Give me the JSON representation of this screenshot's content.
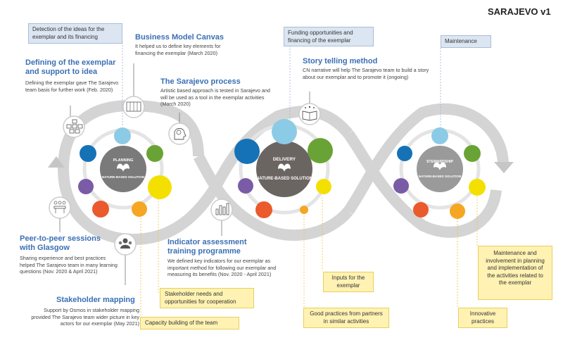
{
  "title": "SARAJEVO v1",
  "hubs": [
    {
      "title": "PLANNING",
      "subtitle": "NATURE-BASED SOLUTION"
    },
    {
      "title": "DELIVERY",
      "subtitle": "NATURE-BASED SOLUTION"
    },
    {
      "title": "STEWARDSHIP",
      "subtitle": "NATURE-BASED SOLUTION"
    }
  ],
  "blue_boxes": [
    "Detection of the ideas for the exemplar and its financing",
    "Funding opportunities and financing of the exemplar",
    "Maintenance"
  ],
  "milestones": {
    "defining": {
      "heading": "Defining of the exemplar and support to idea",
      "text": "Defining the exemplar gave The Sarajevo team basis for further work (Feb. 2020)"
    },
    "bmc": {
      "heading": "Business Model Canvas",
      "text": "It helped us to define key elements for financing the exemplar (March 2020)"
    },
    "sarajevo_process": {
      "heading": "The Sarajevo process",
      "text": "Artistic based approach is tested in Sarajevo and will be used as a tool in the exemplar activities (March 2020)"
    },
    "storytelling": {
      "heading": "Story telling method",
      "text": "CN narrative will help The Sarajevo team to build a story about our exemplar and to promote it (ongoing)"
    },
    "peer": {
      "heading": "Peer-to-peer sessions with Glasgow",
      "text": "Sharing experience and best practices helped The Sarajevo team in many learning questions (Nov. 2020 & April 2021)"
    },
    "stakeholder_mapping": {
      "heading": "Stakeholder mapping",
      "text": "Support by Osmos in stakeholder mapping provided The Sarajevo team wider picture in key actors for our exemplar (May 2021)"
    },
    "indicator": {
      "heading": "Indicator assessment training programme",
      "text": "We defined key indicators for our exemplar as important method for following our exemplar and measuring its benefits (Nov. 2020 - April 2021)"
    }
  },
  "yellow_boxes": {
    "stakeholder_needs": "Stakeholder needs and opportunities for cooperation",
    "capacity": "Capacity building of the team",
    "inputs": "Inputs for the exemplar",
    "good_practices": "Good practices from partners in similar activities",
    "innovative": "Innovative practices",
    "maintenance_involvement": "Maintenance and involvement in planning and implementation of the activities related to the exemplar"
  },
  "colors": {
    "loop": "#d0d0d0",
    "loop_arrow": "#bdbdbd",
    "hub": "#7a7a7a",
    "light_blue": "#8ccbe6",
    "green": "#6aa335",
    "yellow": "#f3e000",
    "orange": "#f5a623",
    "red": "#ea5a2c",
    "purple": "#7a5ba6",
    "blue": "#1672b6",
    "heading": "#3a6fb5"
  },
  "icons": [
    "checkbox-grid-icon",
    "calendar-board-icon",
    "brain-head-icon",
    "open-book-icon",
    "meeting-icon",
    "people-group-icon",
    "bar-chart-icon"
  ]
}
